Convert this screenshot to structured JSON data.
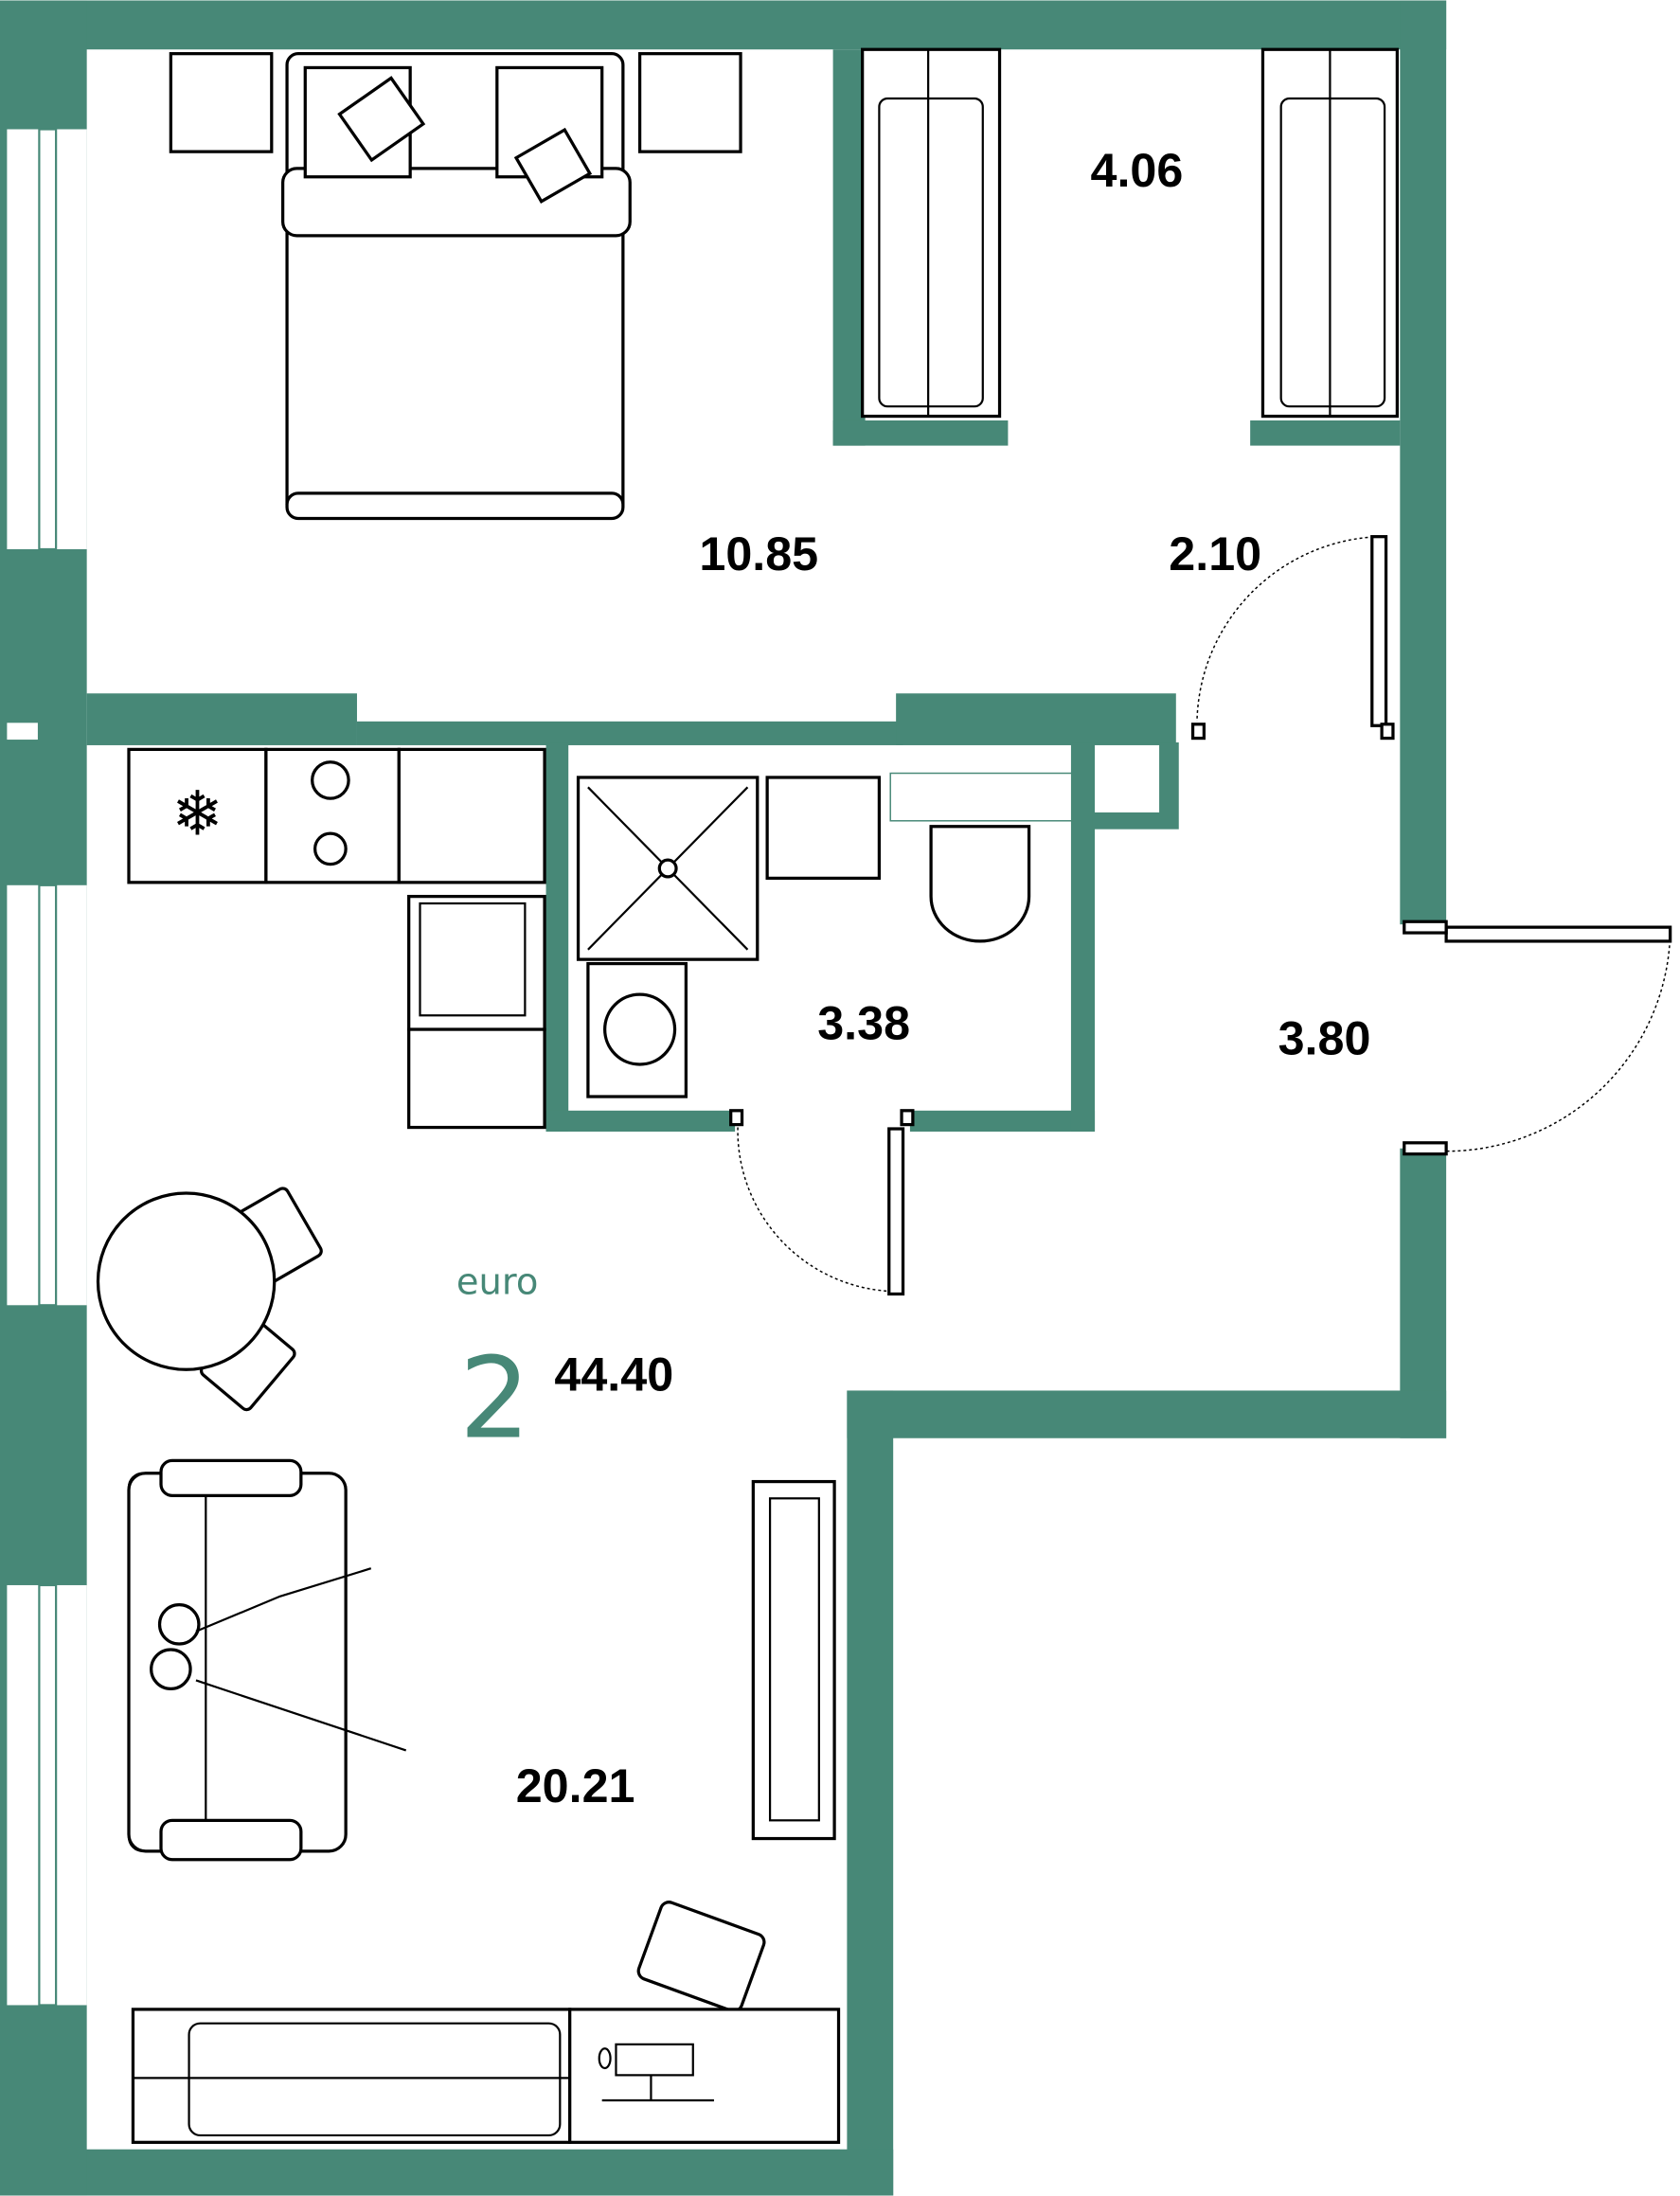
{
  "plan": {
    "type_label": "euro",
    "rooms_count": "2",
    "total_area": "44.40",
    "colors": {
      "wall": "#478877",
      "accent": "#478877"
    }
  },
  "rooms": {
    "bedroom": {
      "area": "10.85"
    },
    "wardrobe": {
      "area": "4.06"
    },
    "corridor_small": {
      "area": "2.10"
    },
    "bathroom": {
      "area": "3.38"
    },
    "hall": {
      "area": "3.80"
    },
    "living_kitchen": {
      "area": "20.21"
    }
  }
}
